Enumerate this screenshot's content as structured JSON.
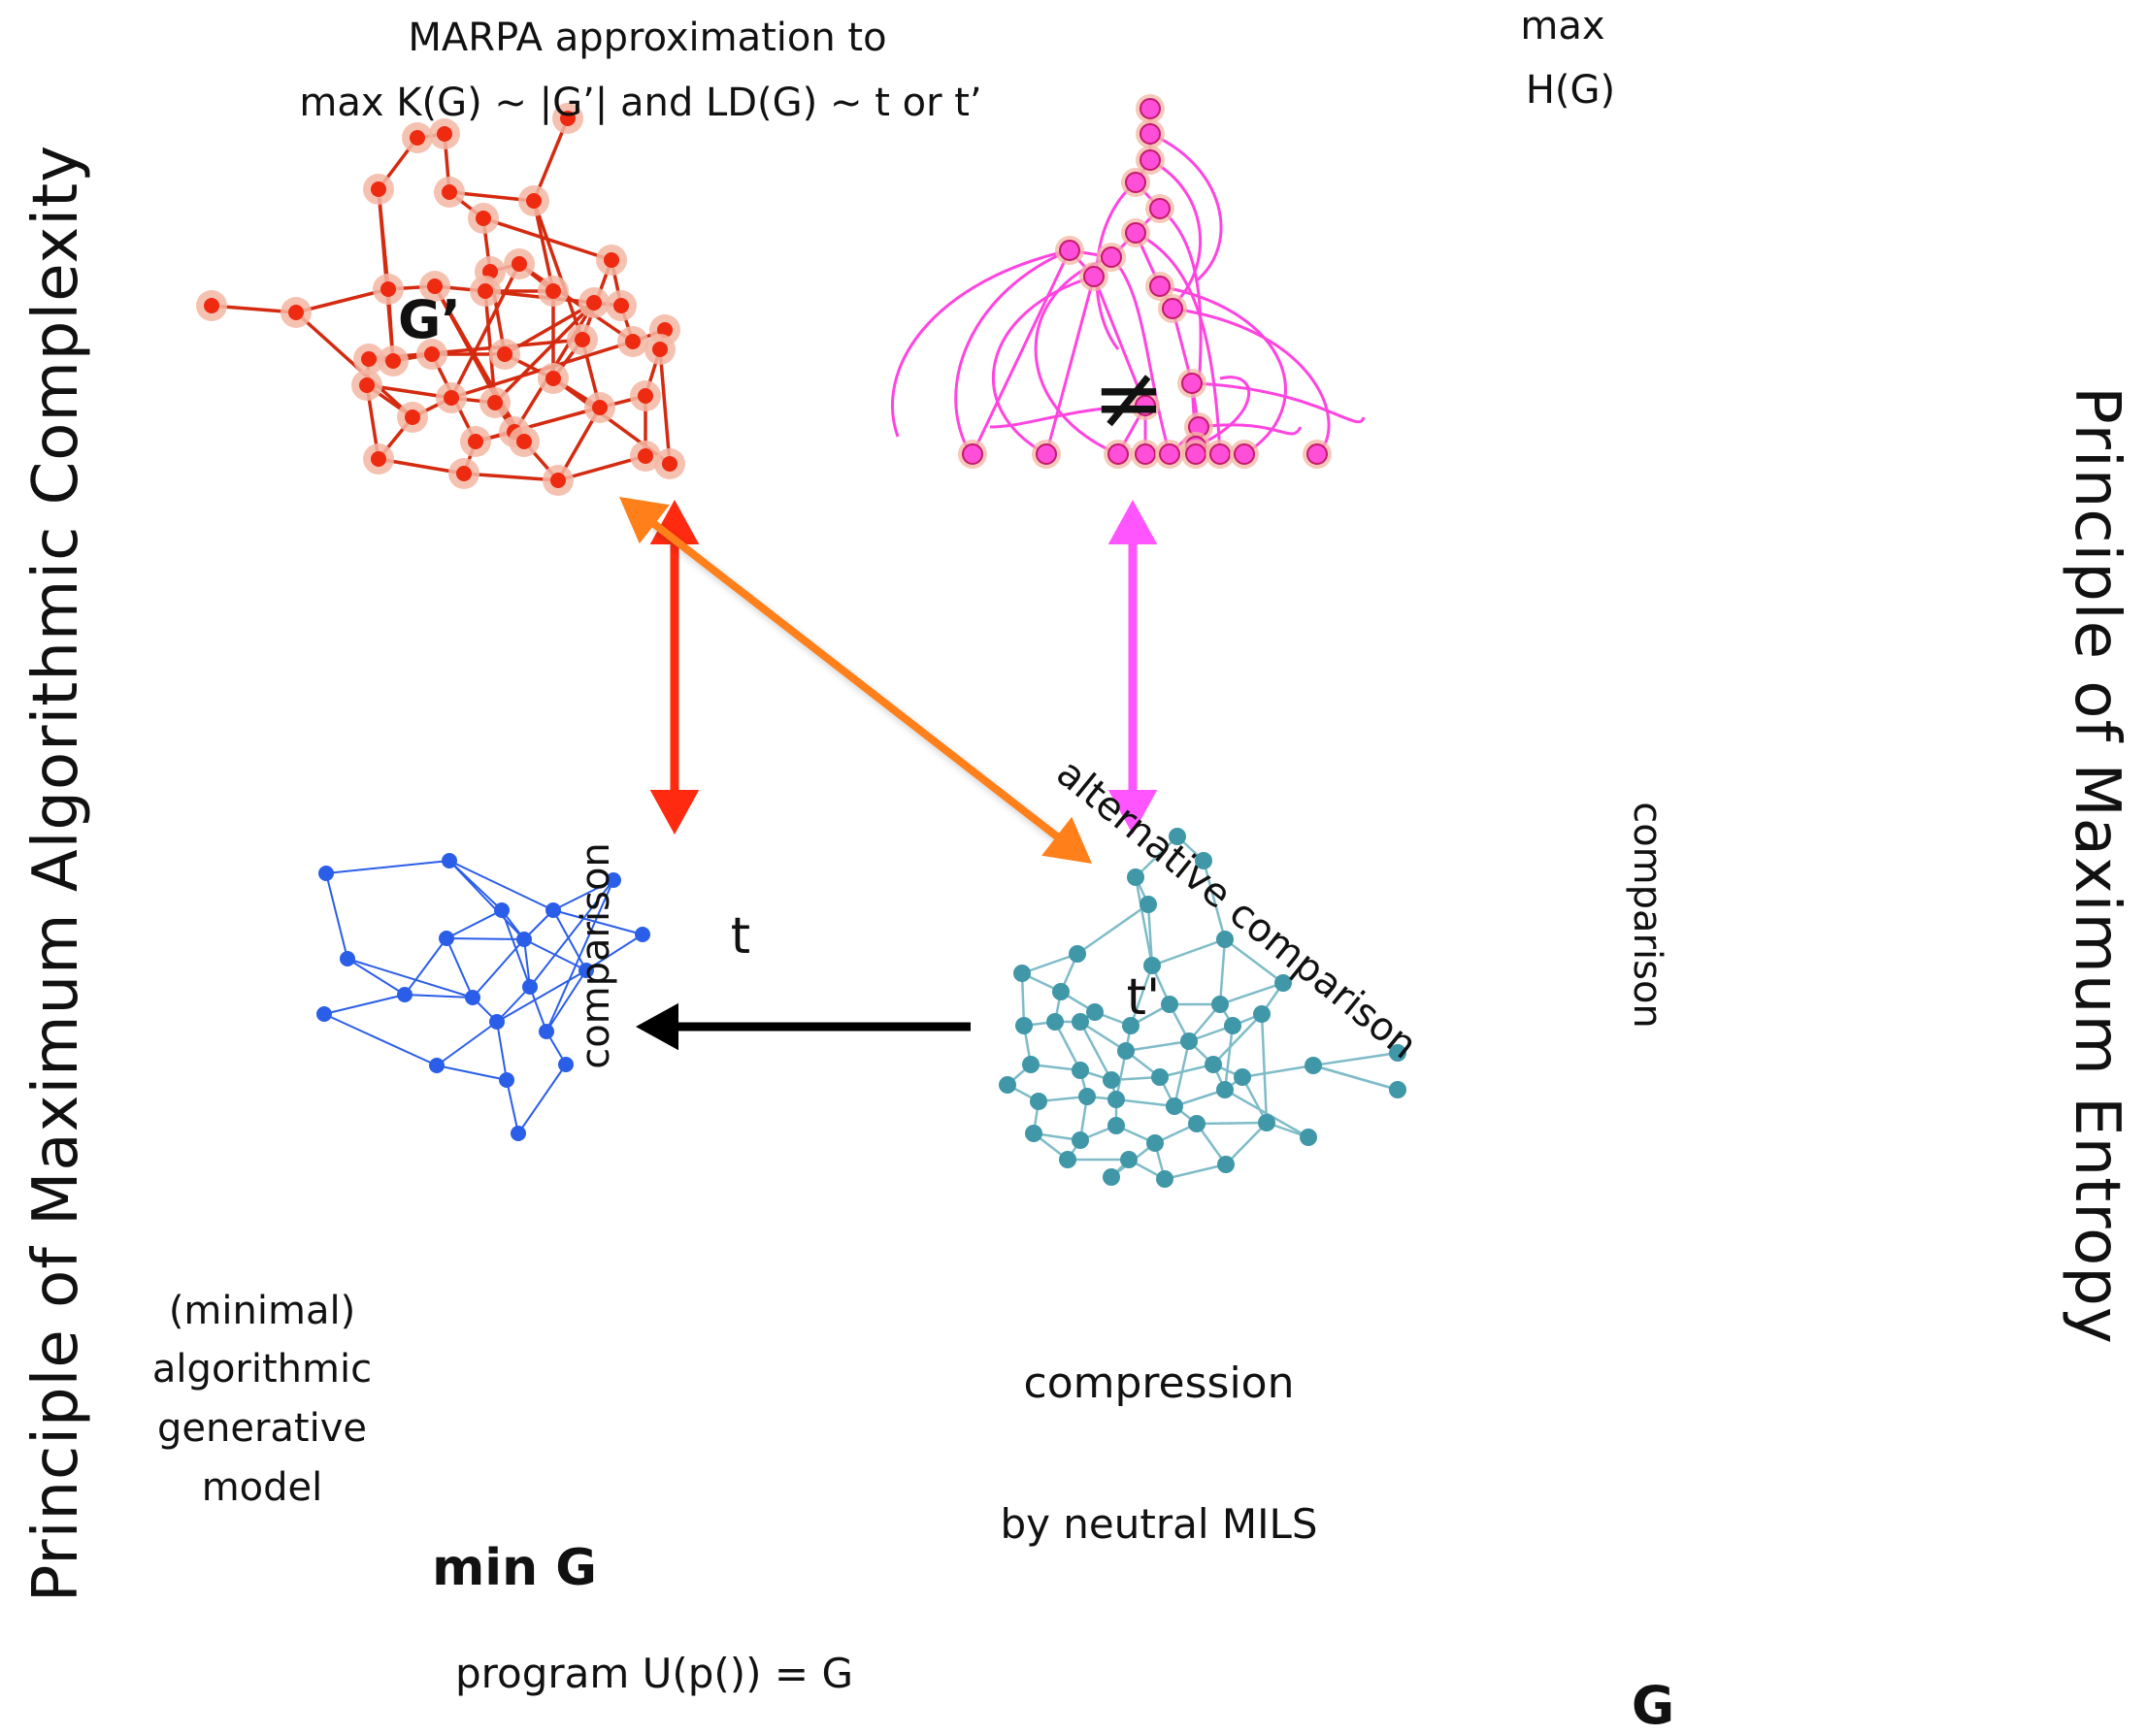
{
  "side_labels": {
    "left": "Principle of Maximum Algorithmic Complexity",
    "right": "Principle of Maximum Entropy"
  },
  "top_left": {
    "caption_line1": "MARPA approximation to",
    "caption_line2": "max K(G) ~ |G’|  and LD(G) ~ t or t’",
    "graph_label": "G’"
  },
  "top_right": {
    "caption_line1": "max",
    "caption_line2": "H(G)"
  },
  "not_equal": "≠",
  "arrows": {
    "left_label": "comparison",
    "left_var": "t",
    "diagonal_label": "alternative comparison",
    "diagonal_var": "t'",
    "right_label": "comparison",
    "compression_top": "compression",
    "compression_bottom": "by neutral MILS"
  },
  "bottom_left": {
    "model_line1": "(minimal)",
    "model_line2": "algorithmic",
    "model_line3": "generative",
    "model_line4": "model",
    "graph_label": "min G",
    "program": "program U(p()) = G"
  },
  "bottom_right": {
    "graph_label": "G"
  },
  "colors": {
    "red_graph": "#d42a10",
    "red_halo": "#f3b7a4",
    "magenta_graph": "#ff44e0",
    "magenta_node": "#ff4fd8",
    "blue_graph": "#2b5ee8",
    "teal_graph": "#3f97a8",
    "arrow_red": "#ff2a10",
    "arrow_orange": "#ff7f1a",
    "arrow_magenta": "#ff55ff",
    "arrow_black": "#000000"
  }
}
